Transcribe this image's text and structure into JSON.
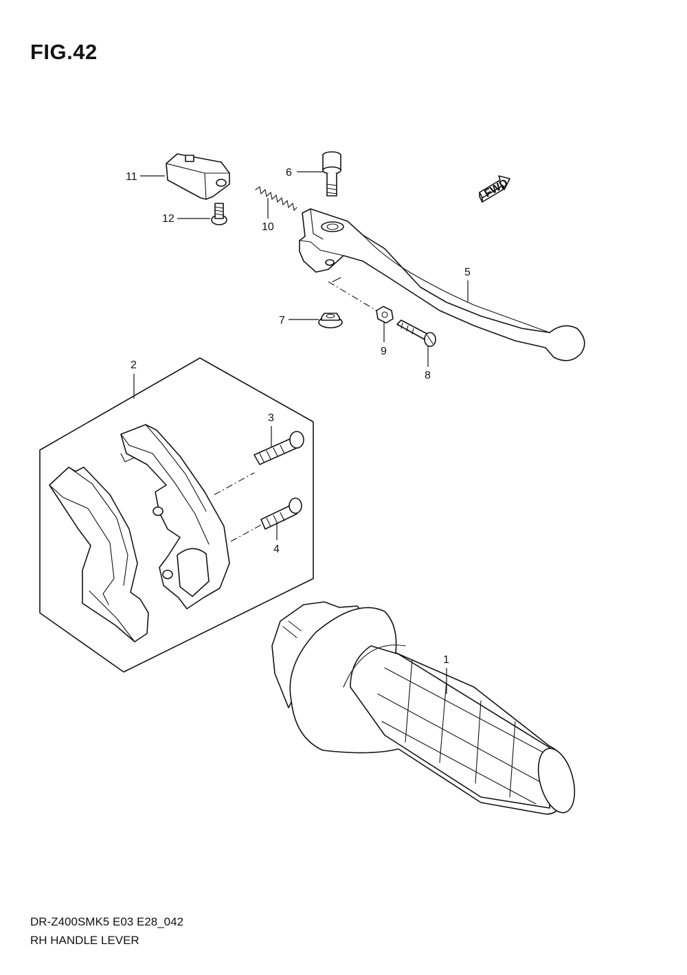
{
  "figure": {
    "title": "FIG.42",
    "code": "DR-Z400SMK5 E03 E28_042",
    "name": "RH HANDLE LEVER"
  },
  "direction_badge": "FWD",
  "callouts": [
    {
      "id": "c1",
      "label": "1"
    },
    {
      "id": "c2",
      "label": "2"
    },
    {
      "id": "c3",
      "label": "3"
    },
    {
      "id": "c4",
      "label": "4"
    },
    {
      "id": "c5",
      "label": "5"
    },
    {
      "id": "c6",
      "label": "6"
    },
    {
      "id": "c7",
      "label": "7"
    },
    {
      "id": "c8",
      "label": "8"
    },
    {
      "id": "c9",
      "label": "9"
    },
    {
      "id": "c10",
      "label": "10"
    },
    {
      "id": "c11",
      "label": "11"
    },
    {
      "id": "c12",
      "label": "12"
    }
  ]
}
